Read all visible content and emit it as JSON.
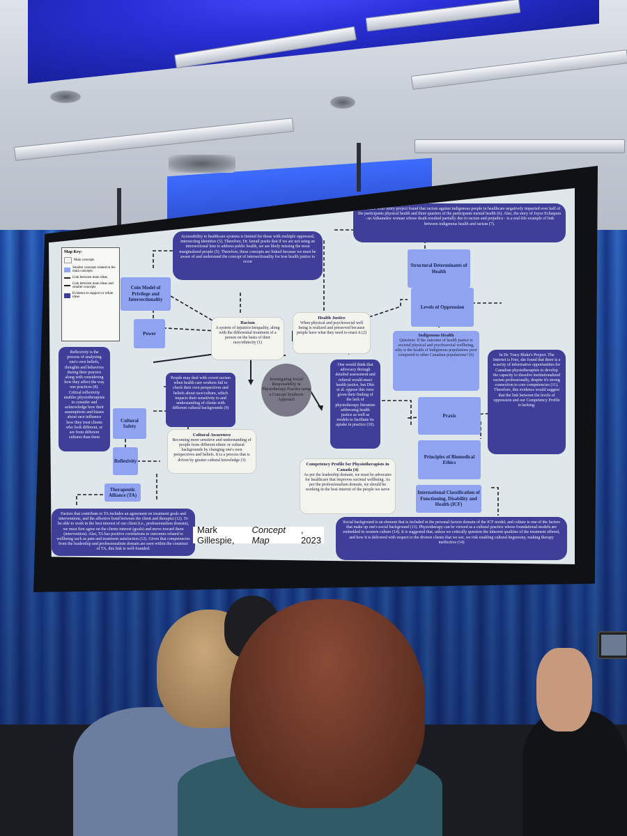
{
  "slide": {
    "map_key": {
      "title": "Map Key:",
      "items": [
        {
          "label": "Main concepts",
          "color": "#f4f4ef"
        },
        {
          "label": "Smaller concepts related to the main concepts",
          "color": "#8fa3f0"
        },
        {
          "label": "Link between main ideas",
          "color": "#222222"
        },
        {
          "label": "Link between main ideas and smaller concepts",
          "color": "#222222"
        },
        {
          "label": "Evidence to support or refute ideas",
          "color": "#3f3f9a"
        }
      ]
    },
    "center": "Investigating Social Responsibility in Physiotherapy Practice using a Concept Synthesis Approach",
    "main_concepts": {
      "racism_title": "Racism",
      "racism_text": "A system of injustice/inequality, along with the differential treatment of a person on the basis of their race/ethnicity (1)",
      "health_justice_title": "Health Justice",
      "health_justice_text": "When physical and psychosocial well being is realized and preserved because people have what they need to enact it (2)",
      "cultural_awareness_title": "Cultural Awareness",
      "cultural_awareness_text": "Becoming more sensitive and understanding of people from different ethnic or cultural backgrounds by changing one's own perspectives and beliefs. It is a process that is driven by greater cultural knowledge (3)",
      "competency_title": "Competency Profile for Physiotherapists in Canada (4)",
      "competency_text": "As per the leadership domain, we must be advocates for healthcare that improves societal wellbeing. As per the professionalism domain, we should be working in the best interest of the people we serve"
    },
    "smaller_concepts": {
      "coin_model": "Coin Model of Privilege and Intersectionality",
      "power": "Power",
      "cultural_safety": "Cultural Safety",
      "reflexivity": "Reflexivity",
      "therapeutic_alliance": "Therapeutic Alliance (TA)",
      "structural_determinants": "Structural Determinants of Health",
      "levels_of_oppression": "Levels of Oppression",
      "praxis": "Praxis",
      "biomedical_ethics": "Principles of Biomedical Ethics",
      "icf": "International Classification of Functioning, Disability and Health (ICF)"
    },
    "indigenous_health": {
      "title": "Indigenous Health",
      "text": "Question: If the outcome of health justice is societal physical and psychosocial wellbeing, why is the health of Indigenous populations poor compared to other Canadian populations? (6)"
    },
    "evidence": {
      "accessibility": "Accessibility to healthcare systems is limited for those with multiple oppressed, intersecting identities (5). Therefore, Dr. Ismail posits that if we are not using an intersectional lens to address public health, we are likely missing the most marginalized people (5). Therefore, these concepts are linked because we must be aware of and understand the concept of intersectionality for true health justice to occur",
      "share_your_story": "The Share Your Story project found that racism against indigenous people in healthcare negatively impacted over half of the participants physical health and three quarters of the participants mental health (6). Also, the story of Joyce Echaquan - an Atikamekw woman whose death resulted partially due to racism and prejudice - is a real-life example of link between indigenous health and racism (7).",
      "reflexivity": "Reflexivity is the process of analyzing one's own beliefs, thoughts and behaviors during their practice along with considering how they affect the way one practices (8). Critical reflexivity enables physiotherapists to consider and acknowledge how their assumptions and biases about race influence how they treat clients who look different, or are from different cultures than them",
      "covert_racism": "People may deal with covert racism when health care workers fail to check their own perspectives and beliefs about race/culture, which impacts their sensitivity to and understanding of clients with different cultural backgrounds (9)",
      "advocacy": "One would think that advocacy through detailed assessment and referral would enact health justice, but Dhir et al. oppose this view given their finding of the lack of physiotherapy literature addressing health justice as well as models to facilitate its uptake in practice (10).",
      "tracy_blake": "In Dr. Tracy Blake's Project: The Internet is Free, she found that there is a scarcity of informative opportunities for Canadian physiotherapists to develop the capacity to dissolve institutionalized racism professionally, despite it's strong connection to core competencies (11). Therefore, this evidence would suggest that the link between the levels of oppression and our Competency Profile is lacking.",
      "therapeutic_alliance": "Factors that contribute to TA includes an agreement on treatment goals and interventions, and the affective bond between the client and therapist (12). To be able to work in the best interest of our client (i.e., professionalism domain), we must first agree on the clients interest (goals) and move toward them (intervention). Also, TA has positive correlations to outcomes related to wellbeing such as pain and treatment satisfaction (12). Given that competencies from the leadership and professionalism domain are seen within the construct of TA, this link is well-founded.",
      "social_background": "Social background is an element that is included in the personal factors domain of the ICF model, and culture is one of the factors that make up one's social background (13). Physiotherapy can be viewed as a cultural practice whose foundational models are embedded in western culture (14). It is suggested that, unless we critically question the inherent qualities of the treatment offered, and how it is delivered with respect to the diverse clients that we see, we risk enabling cultural hegemony, making therapy ineffective (14)"
    },
    "caption_author": "Mark Gillespie, ",
    "caption_title": "Concept Map",
    "caption_year": ", 2023"
  }
}
